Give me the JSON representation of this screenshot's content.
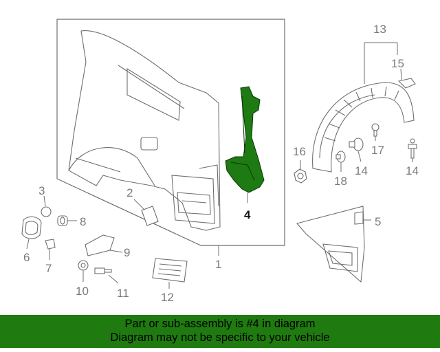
{
  "callouts": {
    "c1": "1",
    "c2": "2",
    "c3": "3",
    "c4": "4",
    "c5": "5",
    "c6": "6",
    "c7": "7",
    "c8": "8",
    "c9": "9",
    "c10": "10",
    "c11": "11",
    "c12": "12",
    "c13": "13",
    "c14a": "14",
    "c14b": "14",
    "c15": "15",
    "c16": "16",
    "c17": "17",
    "c18": "18"
  },
  "footer": {
    "line1": "Part or sub-assembly is #4 in diagram",
    "line2": "Diagram may not be specific to your vehicle"
  },
  "colors": {
    "highlight": "#1e7a12",
    "footer_bg": "#1f7a10",
    "line": "#6e6e6e"
  }
}
